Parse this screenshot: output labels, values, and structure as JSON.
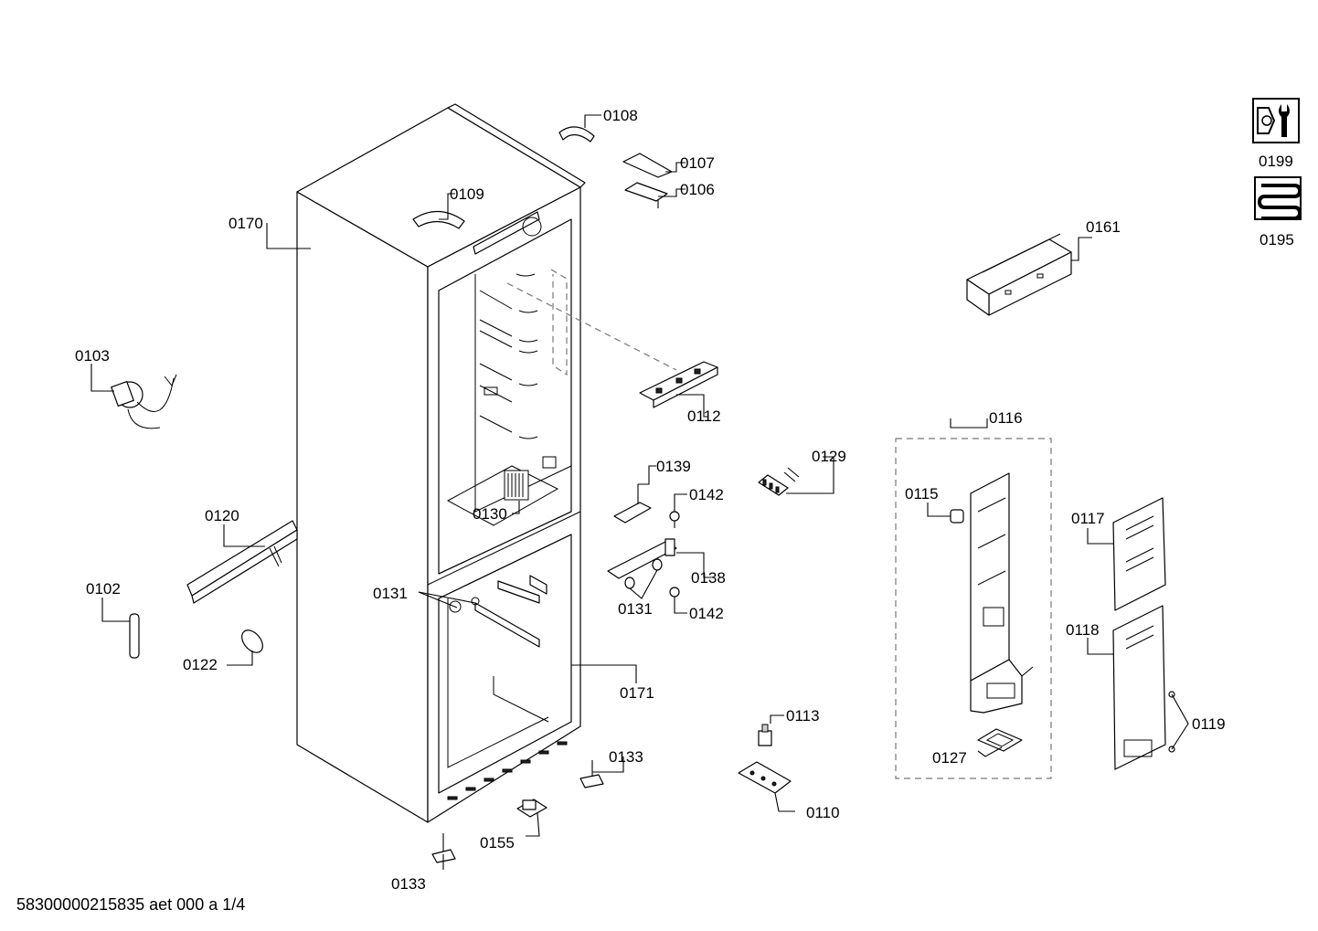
{
  "diagram": {
    "document_code": "58300000215835 aet 000 a 1/4",
    "parts": {
      "p0108": "0108",
      "p0107": "0107",
      "p0106": "0106",
      "p0109": "0109",
      "p0170": "0170",
      "p0161": "0161",
      "p0103": "0103",
      "p0112": "0112",
      "p0116": "0116",
      "p0139": "0139",
      "p0129": "0129",
      "p0142a": "0142",
      "p0115": "0115",
      "p0117": "0117",
      "p0120": "0120",
      "p0130": "0130",
      "p0138": "0138",
      "p0131a": "0131",
      "p0131b": "0131",
      "p0142b": "0142",
      "p0102": "0102",
      "p0118": "0118",
      "p0122": "0122",
      "p0171": "0171",
      "p0113": "0113",
      "p0119": "0119",
      "p0133a": "0133",
      "p0127": "0127",
      "p0110": "0110",
      "p0155": "0155",
      "p0133b": "0133",
      "p0199": "0199",
      "p0195": "0195"
    },
    "icons": [
      "service-tools-icon",
      "refrigerant-coil-icon"
    ]
  }
}
